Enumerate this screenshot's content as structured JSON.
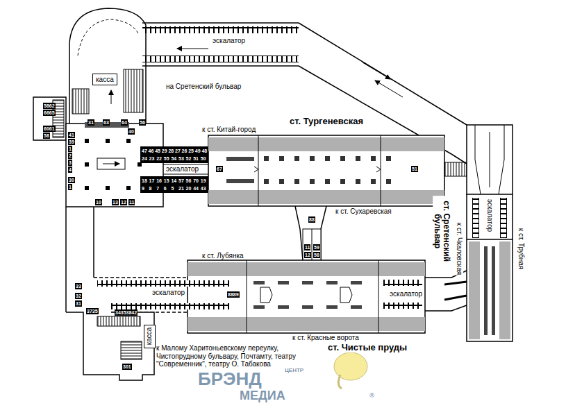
{
  "diagram": {
    "nodes": [
      {
        "text": [
          "касса"
        ]
      },
      {
        "text": [
          "касса"
        ]
      }
    ],
    "labels": [
      "эскалатор",
      "на Сретенский бульвар",
      "5862",
      "6665",
      "6061",
      "58",
      "31",
      "63",
      "64",
      "56",
      "40",
      "41",
      "39",
      "1",
      "2",
      "3",
      "4",
      "30",
      "1",
      "10",
      "13",
      "12",
      "11",
      "47",
      "46",
      "45",
      "29",
      "28",
      "27",
      "26",
      "25",
      "49",
      "48",
      "24",
      "23",
      "22",
      "55",
      "54",
      "53",
      "52",
      "51",
      "50",
      "эскалатор",
      "67",
      "18",
      "17",
      "16",
      "15",
      "14",
      "57",
      "56",
      "70",
      "19",
      "9",
      "8",
      "7",
      "6",
      "5",
      "21",
      "20",
      "44",
      "43",
      "к ст. Китай-город",
      "ст. Тургеневская",
      "51",
      "к ст. Сухаревская",
      "88",
      "11",
      "12",
      "59",
      "58",
      "к ст. Лубянка",
      "эскалатор",
      "8889",
      "33",
      "32",
      "31",
      "3735",
      "34353842",
      "301",
      "к ст. Красные ворота",
      "ст. Чистые пруды",
      "эскалатор",
      "ст. Сретенский бульвар",
      "к ст. Чкаловская",
      "к ст. Трубная",
      "эскалатор",
      "к Малому Харитоньевскому переулку, Чистопрудному бульвару, Почтамту, театру \"Современник\", театру О. Табакова",
      "ЦЕНТР",
      "БРЭНД",
      "МЕДИА",
      "®"
    ]
  }
}
